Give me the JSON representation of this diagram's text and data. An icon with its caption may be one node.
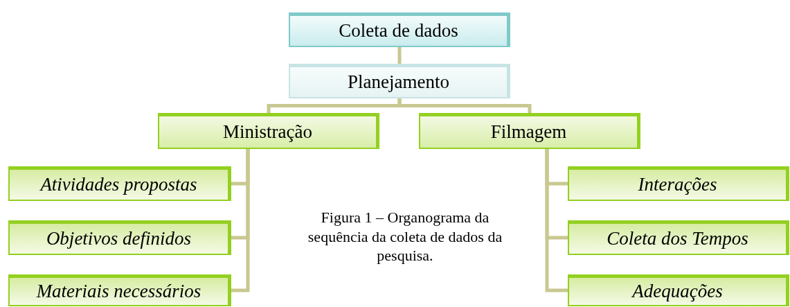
{
  "diagram": {
    "caption": "Figura 1 – Organograma da sequência da coleta de dados da pesquisa.",
    "nodes": [
      {
        "text": [
          "Coleta de dados"
        ]
      },
      {
        "text": [
          "Planejamento"
        ]
      },
      {
        "text": [
          "Ministração"
        ]
      },
      {
        "text": [
          "Filmagem"
        ]
      },
      {
        "text": [
          "Atividades propostas"
        ]
      },
      {
        "text": [
          "Objetivos definidos"
        ]
      },
      {
        "text": [
          "Materiais necessários"
        ]
      },
      {
        "text": [
          "Interações"
        ]
      },
      {
        "text": [
          "Coleta dos Tempos"
        ]
      },
      {
        "text": [
          "Adequações"
        ]
      }
    ],
    "edges": [
      {
        "from": 0,
        "to": 1,
        "arrow": "none"
      },
      {
        "from": 1,
        "to": 2,
        "arrow": "none"
      },
      {
        "from": 1,
        "to": 3,
        "arrow": "none"
      },
      {
        "from": 2,
        "to": 4,
        "arrow": "none"
      },
      {
        "from": 2,
        "to": 5,
        "arrow": "none"
      },
      {
        "from": 2,
        "to": 6,
        "arrow": "none"
      },
      {
        "from": 3,
        "to": 7,
        "arrow": "none"
      },
      {
        "from": 3,
        "to": 8,
        "arrow": "none"
      },
      {
        "from": 3,
        "to": 9,
        "arrow": "none"
      }
    ]
  }
}
